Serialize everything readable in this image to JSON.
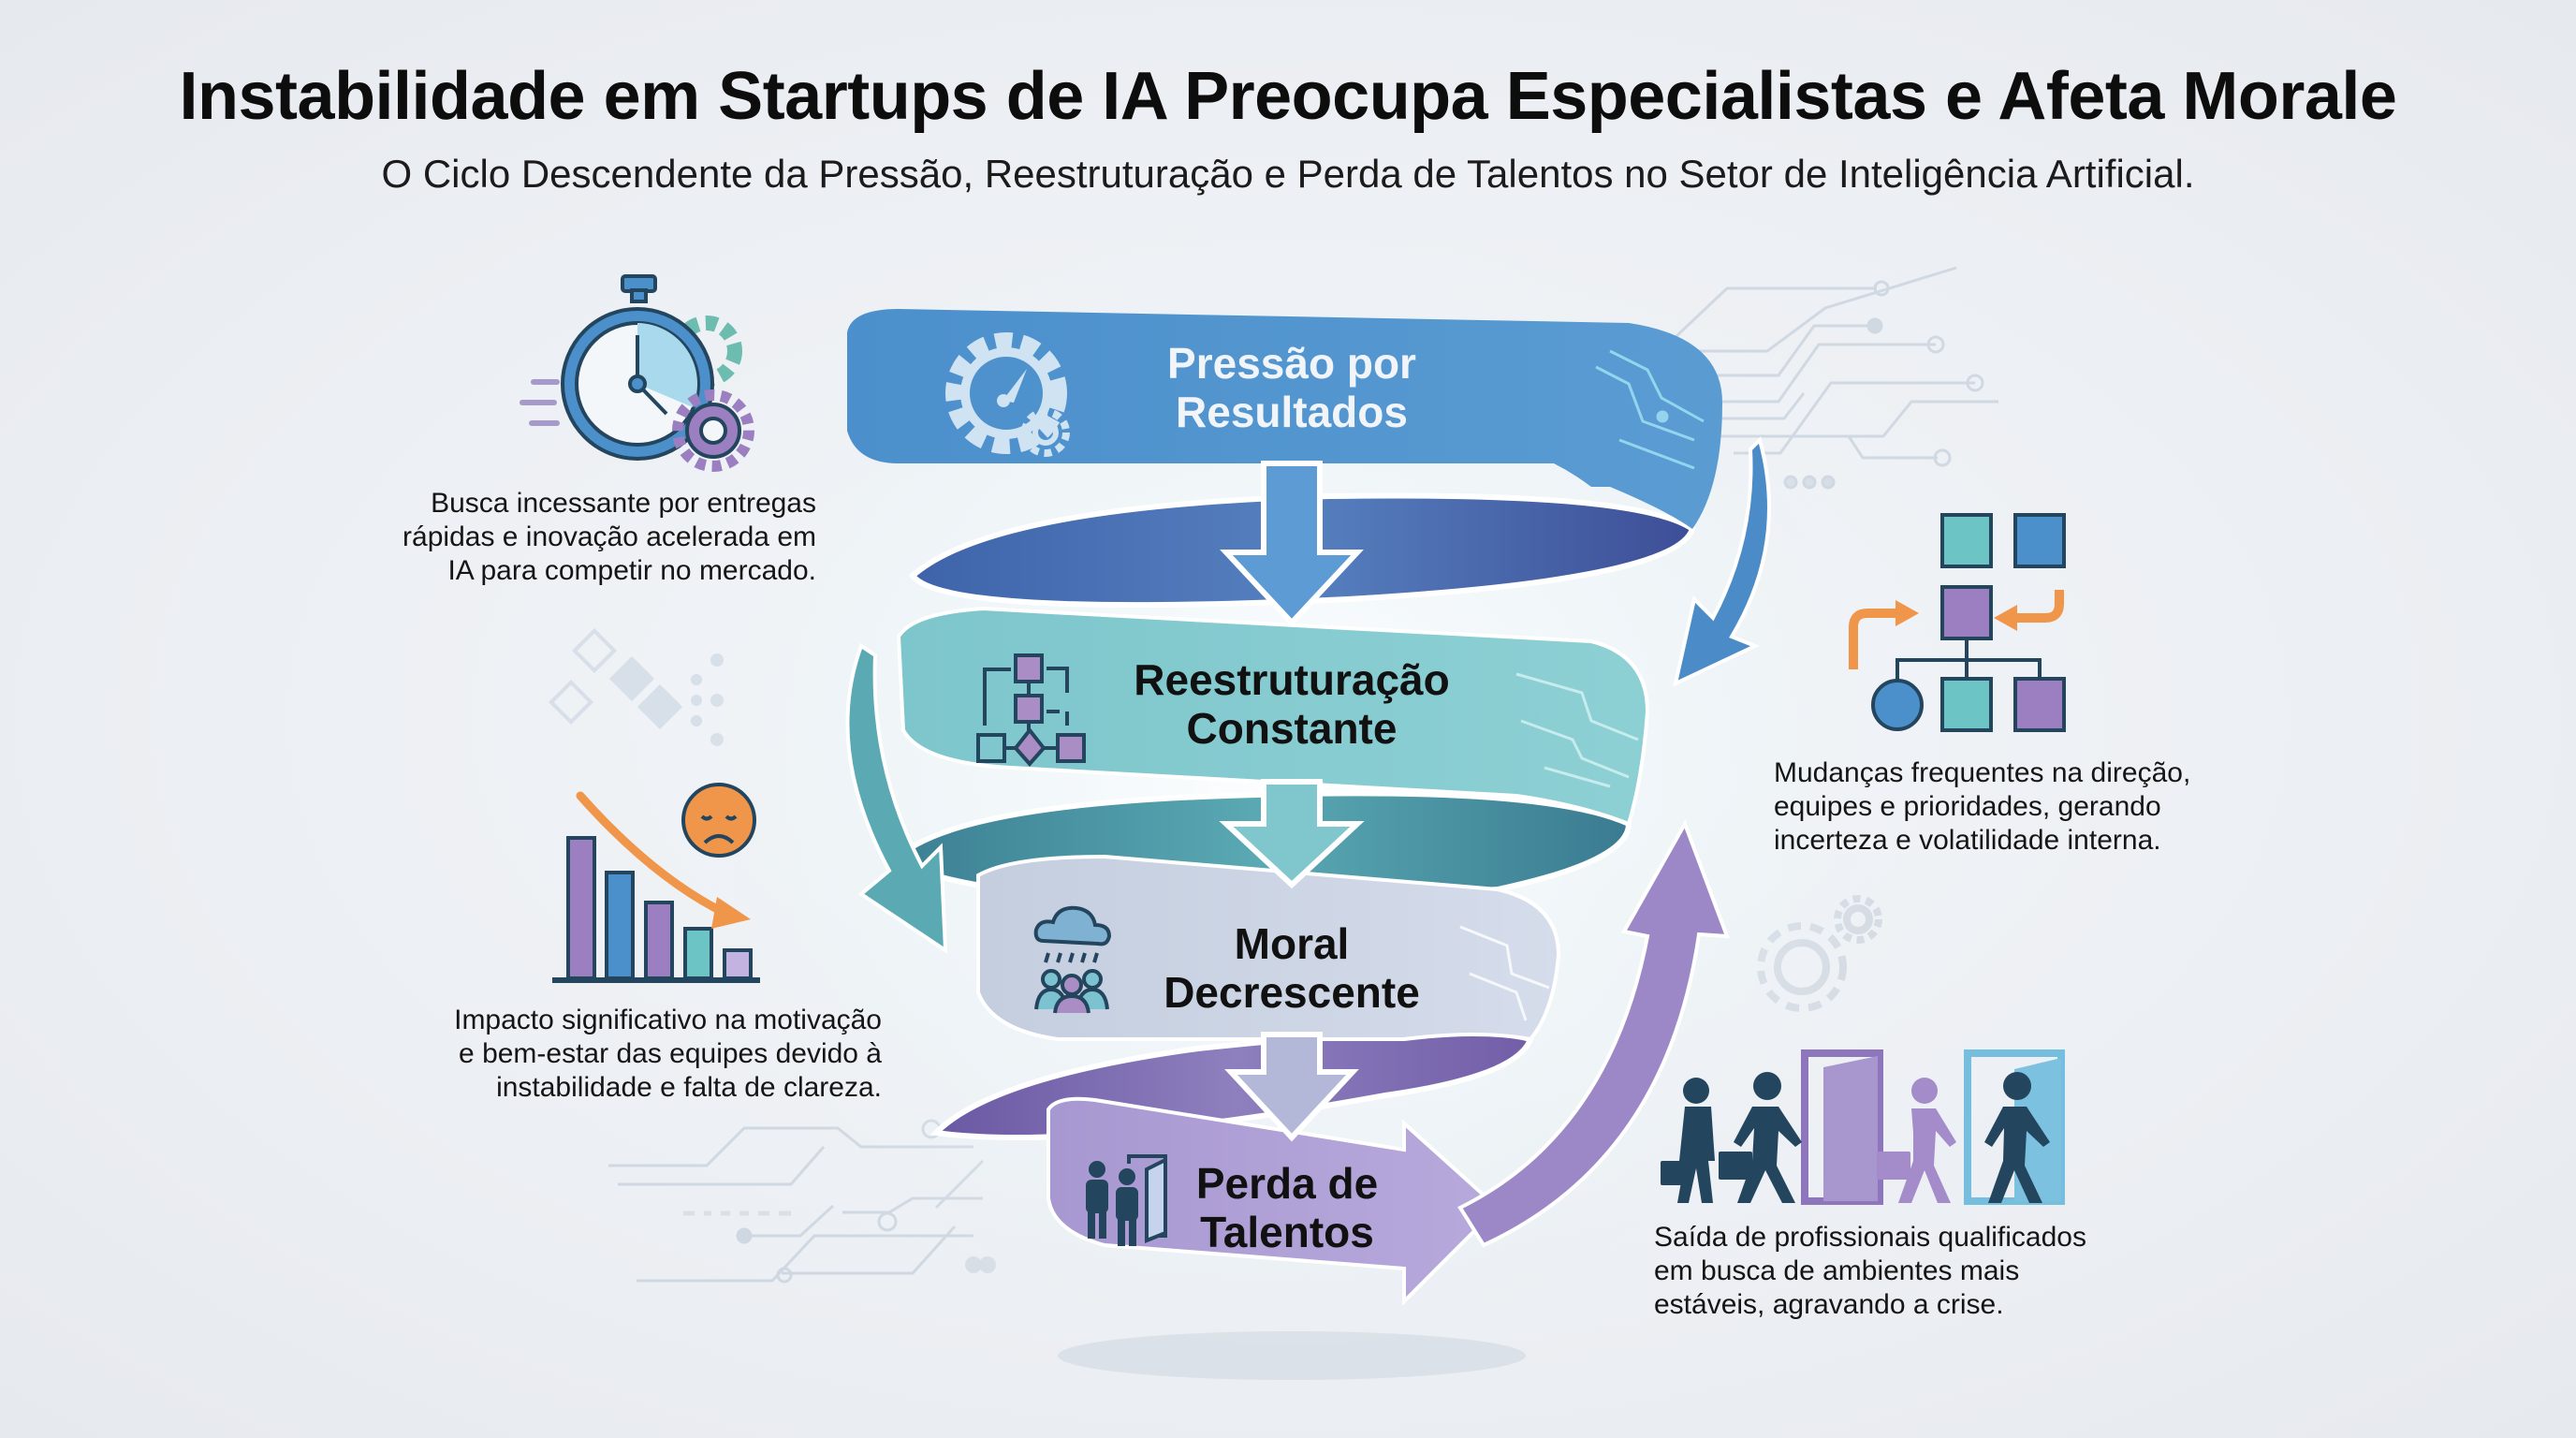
{
  "header": {
    "title": "Instabilidade em Startups de IA Preocupa Especialistas e Afeta Morale",
    "subtitle": "O Ciclo Descendente da Pressão, Reestruturação e Perda de Talentos no Setor de Inteligência Artificial."
  },
  "colors": {
    "band_1": "#4a8fcb",
    "band_2": "#7cc7cc",
    "band_3": "#ccd5e3",
    "band_4": "#b3a3d5",
    "dark_navy": "#1f3a5a",
    "purple": "#9b7fc0",
    "teal": "#6cc4c4",
    "orange": "#f0964a"
  },
  "spiral": {
    "stages": [
      {
        "line1": "Pressão por",
        "line2": "Resultados",
        "icon": "gauge-gear-icon"
      },
      {
        "line1": "Reestruturação",
        "line2": "Constante",
        "icon": "flowchart-icon"
      },
      {
        "line1": "Moral",
        "line2": "Decrescente",
        "icon": "rain-cloud-people-icon"
      },
      {
        "line1": "Perda de",
        "line2": "Talentos",
        "icon": "people-exit-door-icon"
      }
    ]
  },
  "callouts": {
    "pressure": {
      "icon": "stopwatch-gears-icon",
      "lines": [
        "Busca incessante por entregas",
        "rápidas e inovação acelerada em",
        "IA para competir no mercado."
      ]
    },
    "restructuring": {
      "icon": "puzzle-org-chart-icon",
      "lines": [
        "Mudanças frequentes na direção,",
        "equipes e prioridades, gerando",
        "incerteza e volatilidade interna."
      ]
    },
    "morale": {
      "icon": "declining-bar-chart-sad-face-icon",
      "lines": [
        "Impacto significativo na motivação",
        "e bem-estar das equipes devido à",
        "instabilidade e falta de clareza."
      ]
    },
    "talent_loss": {
      "icon": "people-leaving-doors-icon",
      "lines": [
        "Saída de profissionais qualificados",
        "em busca de ambientes mais",
        "estáveis, agravando a crise."
      ]
    }
  }
}
